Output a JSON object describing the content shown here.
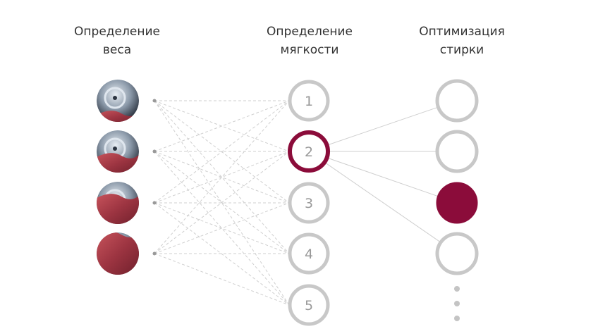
{
  "columns": [
    {
      "line1": "Определение",
      "line2": "веса"
    },
    {
      "line1": "Определение",
      "line2": "мягкости"
    },
    {
      "line1": "Оптимизация",
      "line2": "стирки"
    }
  ],
  "weight_levels": [
    {
      "name": "load-light",
      "fill": 0.25
    },
    {
      "name": "load-medium",
      "fill": 0.45
    },
    {
      "name": "load-heavy",
      "fill": 0.7
    },
    {
      "name": "load-full",
      "fill": 1.0
    }
  ],
  "softness_levels": [
    "1",
    "2",
    "3",
    "4",
    "5"
  ],
  "selected_softness": 1,
  "wash_options_count": 4,
  "selected_wash_option": 2,
  "colors": {
    "accent": "#8b0c3a",
    "ring": "#c8c8c8",
    "text_number": "#999999",
    "line": "#cfcfcf",
    "fabric": "#b3444d"
  }
}
